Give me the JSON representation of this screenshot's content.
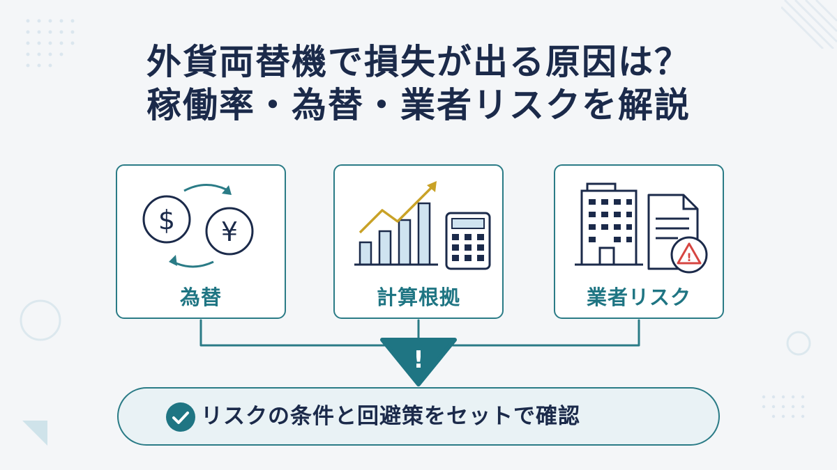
{
  "title": {
    "line1": "外貨両替機で損失が出る原因は？",
    "line2": "稼働率・為替・業者リスクを解説"
  },
  "cards": [
    {
      "label": "為替",
      "icon": "currency-exchange-icon"
    },
    {
      "label": "計算根拠",
      "icon": "chart-calculator-icon"
    },
    {
      "label": "業者リスク",
      "icon": "building-document-warning-icon"
    }
  ],
  "warning": {
    "icon": "warning-triangle-icon",
    "glyph": "!"
  },
  "result": {
    "icon": "check-circle-icon",
    "text": "リスクの条件と回避策をセットで確認"
  },
  "icon_glyphs": {
    "dollar": "$",
    "yen": "¥",
    "alert": "!"
  },
  "colors": {
    "navy": "#1b2a4a",
    "teal": "#2a7b86",
    "gold": "#c9a227",
    "red": "#d64541",
    "background": "#f4f6f8"
  }
}
